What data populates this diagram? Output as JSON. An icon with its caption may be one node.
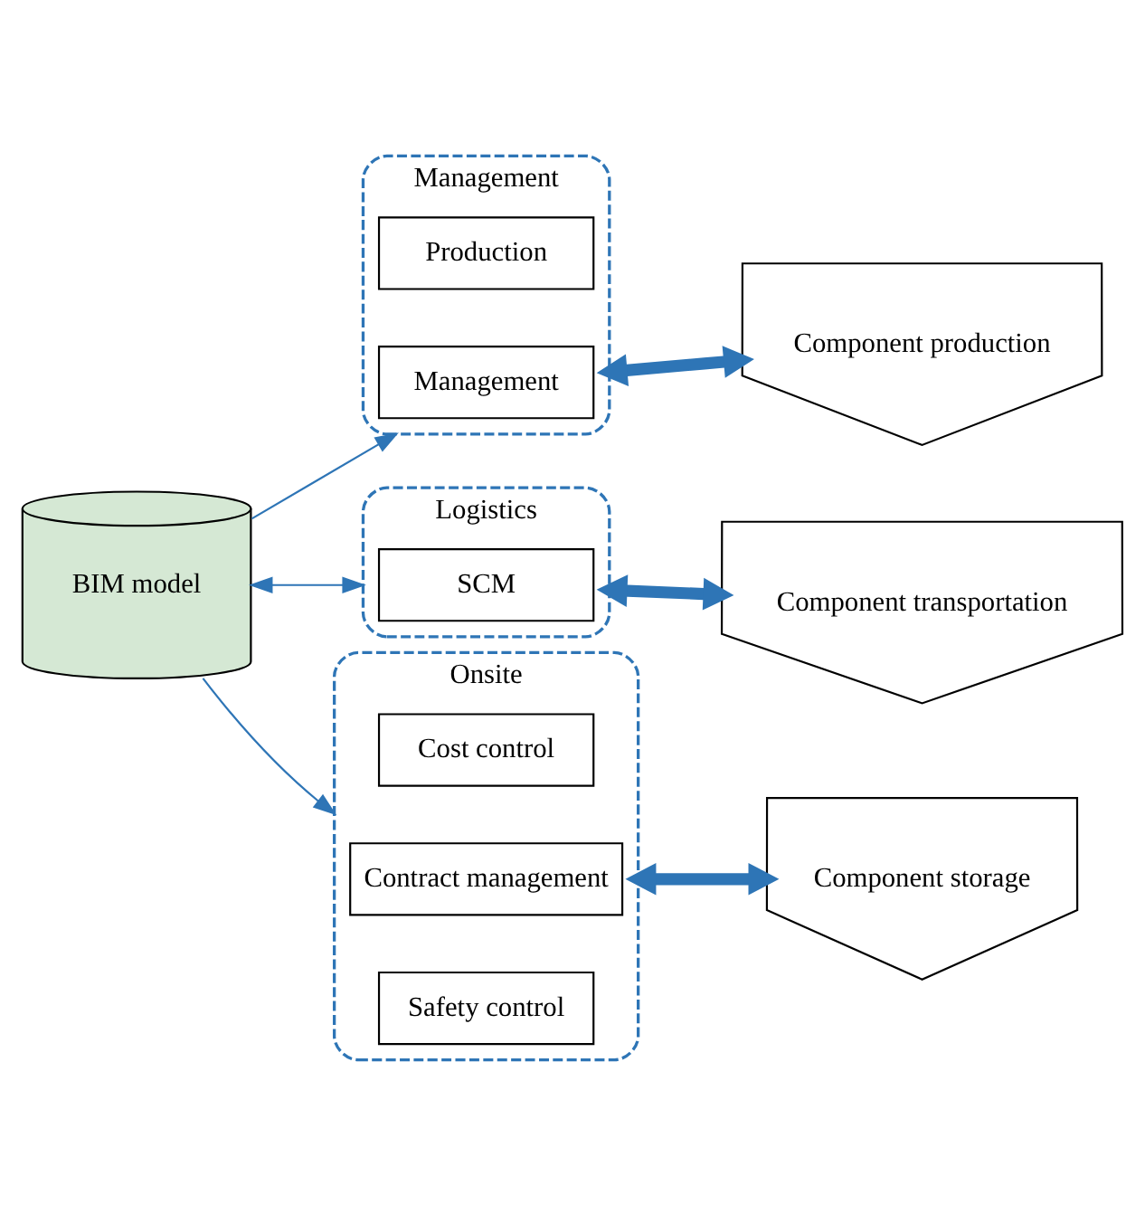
{
  "diagram": {
    "nodes": [
      {
        "text": [
          "BIM model"
        ]
      },
      {
        "text": [
          "Management"
        ]
      },
      {
        "text": [
          "Production"
        ],
        "in": 1
      },
      {
        "text": [
          "Management"
        ],
        "in": 1
      },
      {
        "text": [
          "Logistics"
        ]
      },
      {
        "text": [
          "SCM"
        ],
        "in": 4
      },
      {
        "text": [
          "Onsite"
        ]
      },
      {
        "text": [
          "Cost control"
        ],
        "in": 6
      },
      {
        "text": [
          "Contract management"
        ],
        "in": 6
      },
      {
        "text": [
          "Safety control"
        ],
        "in": 6
      },
      {
        "text": [
          "Component production"
        ]
      },
      {
        "text": [
          "Component transportation"
        ]
      },
      {
        "text": [
          "Component storage"
        ]
      }
    ],
    "edges": [
      {
        "from": 0,
        "to": 1,
        "arrow": "to"
      },
      {
        "from": 0,
        "to": 4,
        "arrow": "both"
      },
      {
        "from": 0,
        "to": 6,
        "arrow": "to"
      },
      {
        "from": 1,
        "to": 10,
        "arrow": "both",
        "style": "thick"
      },
      {
        "from": 4,
        "to": 11,
        "arrow": "both",
        "style": "thick"
      },
      {
        "from": 6,
        "to": 12,
        "arrow": "both",
        "style": "thick"
      }
    ]
  }
}
